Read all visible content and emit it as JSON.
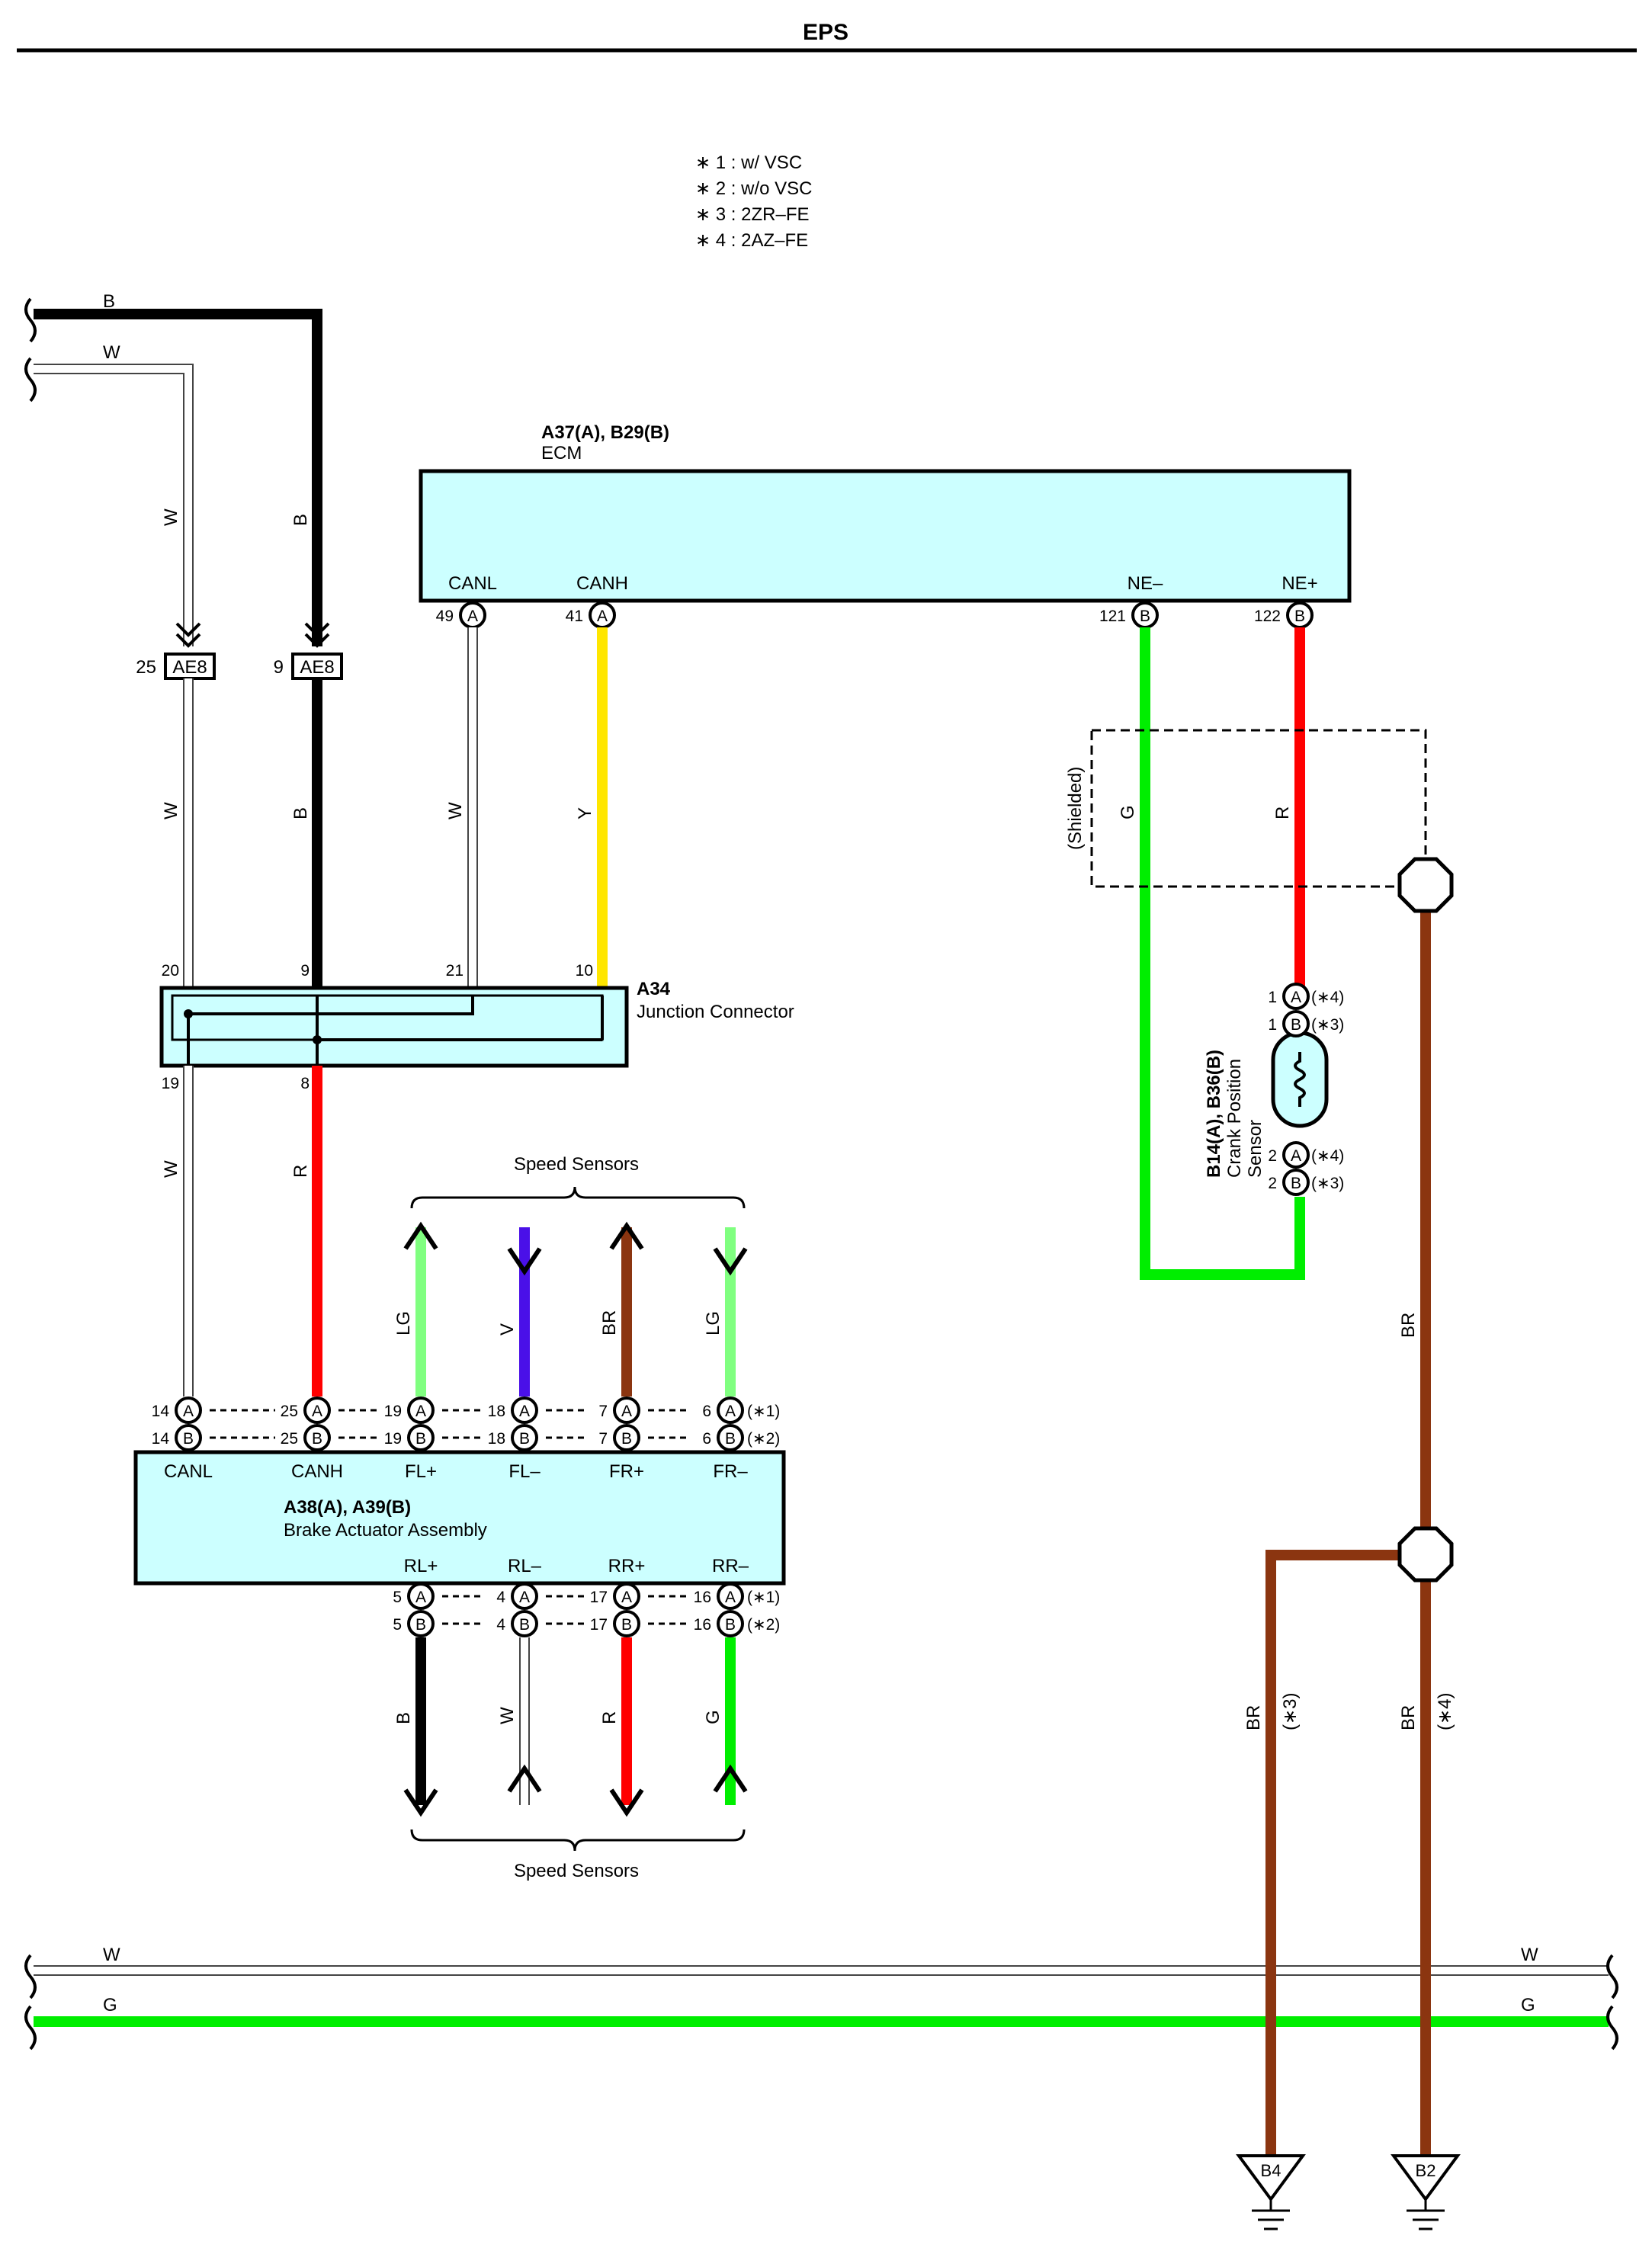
{
  "title": "EPS",
  "notes": [
    "∗ 1 : w/ VSC",
    "∗ 2 : w/o VSC",
    "∗ 3 : 2ZR–FE",
    "∗ 4 : 2AZ–FE"
  ],
  "colors": {
    "B": "#000000",
    "W": "#ffffff",
    "R": "#ff0000",
    "Y": "#ffe600",
    "G": "#00ee00",
    "LG": "#80ff80",
    "V": "#4a10e8",
    "BR": "#8b3510",
    "component_fill": "#ccffff"
  },
  "top_wires": {
    "b": "B",
    "w": "W"
  },
  "ecm": {
    "ref": "A37(A), B29(B)",
    "name": "ECM",
    "pins": [
      {
        "num": "49",
        "conn": "A",
        "label": "CANL"
      },
      {
        "num": "41",
        "conn": "A",
        "label": "CANH"
      },
      {
        "num": "121",
        "conn": "B",
        "label": "NE–"
      },
      {
        "num": "122",
        "conn": "B",
        "label": "NE+"
      }
    ]
  },
  "connectors_ae8": [
    {
      "num": "25",
      "name": "AE8"
    },
    {
      "num": "9",
      "name": "AE8"
    }
  ],
  "junction": {
    "ref": "A34",
    "name": "Junction Connector",
    "pins_top": [
      "20",
      "9",
      "21",
      "10"
    ],
    "pins_bottom": [
      "19",
      "8"
    ]
  },
  "wire_labels": {
    "left_w": "W",
    "left_b": "B",
    "canl": "W",
    "canh": "Y",
    "ne_minus": "G",
    "ne_plus": "R",
    "shielded": "(Shielded)",
    "canl_low": "W",
    "canh_low": "R"
  },
  "crank_sensor": {
    "ref": "B14(A), B36(B)",
    "name_line1": "Crank Position",
    "name_line2": "Sensor",
    "pins": [
      {
        "num": "1",
        "conn": "A",
        "note": "(∗4)"
      },
      {
        "num": "1",
        "conn": "B",
        "note": "(∗3)"
      },
      {
        "num": "2",
        "conn": "A",
        "note": "(∗4)"
      },
      {
        "num": "2",
        "conn": "B",
        "note": "(∗3)"
      }
    ]
  },
  "speed_sensors_label": "Speed Sensors",
  "speed_top_wires": [
    {
      "color": "LG",
      "dir": "up"
    },
    {
      "color": "V",
      "dir": "down"
    },
    {
      "color": "BR",
      "dir": "up"
    },
    {
      "color": "LG",
      "dir": "down"
    }
  ],
  "speed_bottom_wires": [
    {
      "color": "B",
      "dir": "down"
    },
    {
      "color": "W",
      "dir": "up"
    },
    {
      "color": "R",
      "dir": "down"
    },
    {
      "color": "G",
      "dir": "up"
    }
  ],
  "brake_actuator": {
    "ref": "A38(A), A39(B)",
    "name": "Brake Actuator Assembly",
    "top_labels": [
      "CANL",
      "CANH",
      "FL+",
      "FL–",
      "FR+",
      "FR–"
    ],
    "top_pins": [
      "14",
      "25",
      "19",
      "18",
      "7",
      "6"
    ],
    "bottom_labels": [
      "RL+",
      "RL–",
      "RR+",
      "RR–"
    ],
    "bottom_pins": [
      "5",
      "4",
      "17",
      "16"
    ],
    "notes": [
      "(∗1)",
      "(∗2)"
    ]
  },
  "ground_branch": {
    "br": "BR",
    "note3": "(∗3)",
    "note4": "(∗4)"
  },
  "grounds": [
    "B4",
    "B2"
  ],
  "bottom_bus": {
    "w": "W",
    "g": "G"
  }
}
